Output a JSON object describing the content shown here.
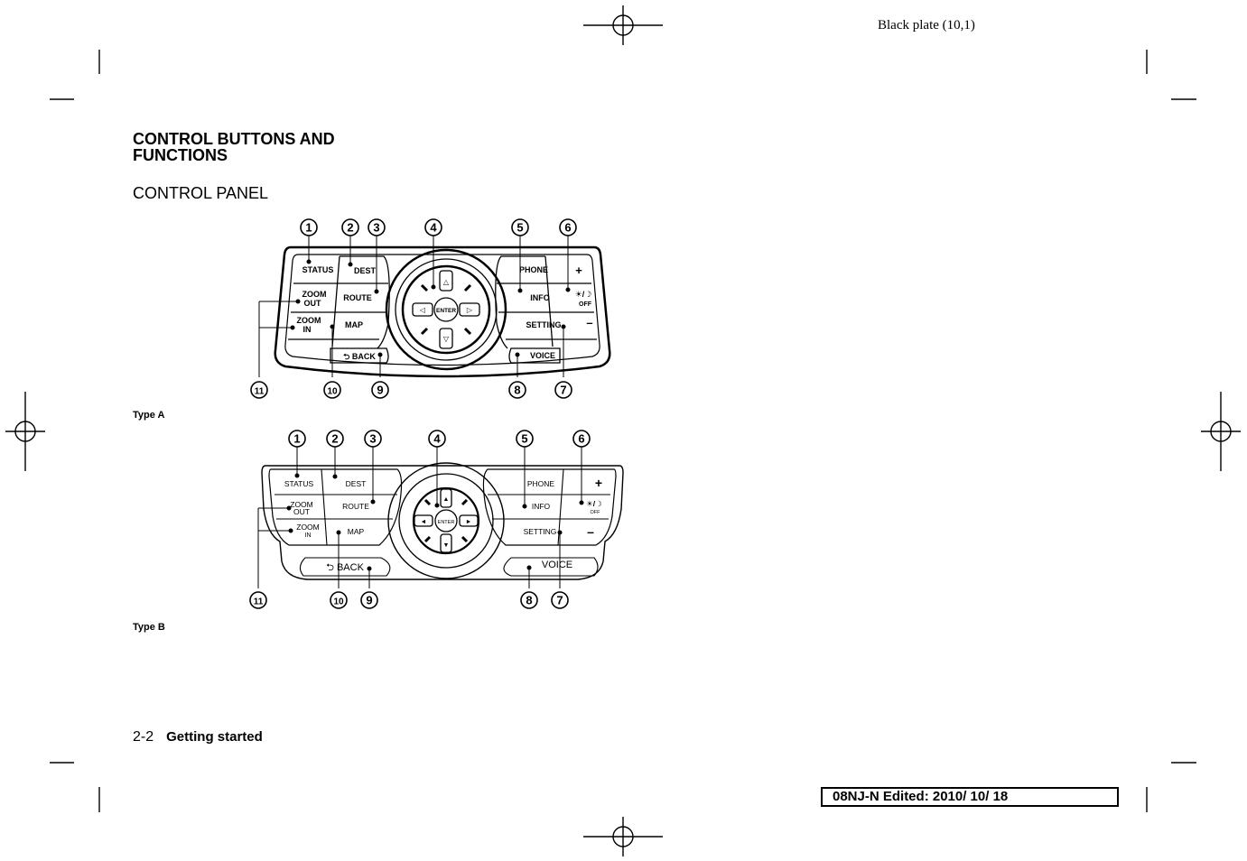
{
  "header": {
    "plate": "Black plate (10,1)"
  },
  "section": {
    "title_line1": "CONTROL BUTTONS AND",
    "title_line2": "FUNCTIONS",
    "subtitle": "CONTROL PANEL"
  },
  "figures": [
    {
      "caption": "Type A",
      "callouts_top": [
        "1",
        "2",
        "3",
        "4",
        "5",
        "6"
      ],
      "callouts_bottom": [
        "11",
        "10",
        "9",
        "8",
        "7"
      ],
      "buttons": {
        "status": "STATUS",
        "dest": "DEST",
        "zoom_out": [
          "ZOOM",
          "OUT"
        ],
        "route": "ROUTE",
        "zoom_in": [
          "ZOOM",
          "IN"
        ],
        "map": "MAP",
        "back": "BACK",
        "phone": "PHONE",
        "info": "INFO",
        "setting": "SETTING",
        "voice": "VOICE",
        "plus": "+",
        "minus": "–",
        "daynight": "☀/☽",
        "off": "OFF",
        "enter": "ENTER"
      }
    },
    {
      "caption": "Type B",
      "callouts_top": [
        "1",
        "2",
        "3",
        "4",
        "5",
        "6"
      ],
      "callouts_bottom": [
        "11",
        "10",
        "9",
        "8",
        "7"
      ],
      "buttons": {
        "status": "STATUS",
        "dest": "DEST",
        "zoom_out": [
          "ZOOM",
          "OUT"
        ],
        "route": "ROUTE",
        "zoom_in": [
          "ZOOM",
          "IN"
        ],
        "map": "MAP",
        "back": "BACK",
        "phone": "PHONE",
        "info": "INFO",
        "setting": "SETTING",
        "voice": "VOICE",
        "plus": "+",
        "minus": "–",
        "daynight": "☀/☽",
        "off": "OFF",
        "enter": "ENTER"
      }
    }
  ],
  "footer": {
    "page_number": "2-2",
    "section_name": "Getting started",
    "edit_stamp": "08NJ-N Edited:  2010/ 10/ 18"
  }
}
